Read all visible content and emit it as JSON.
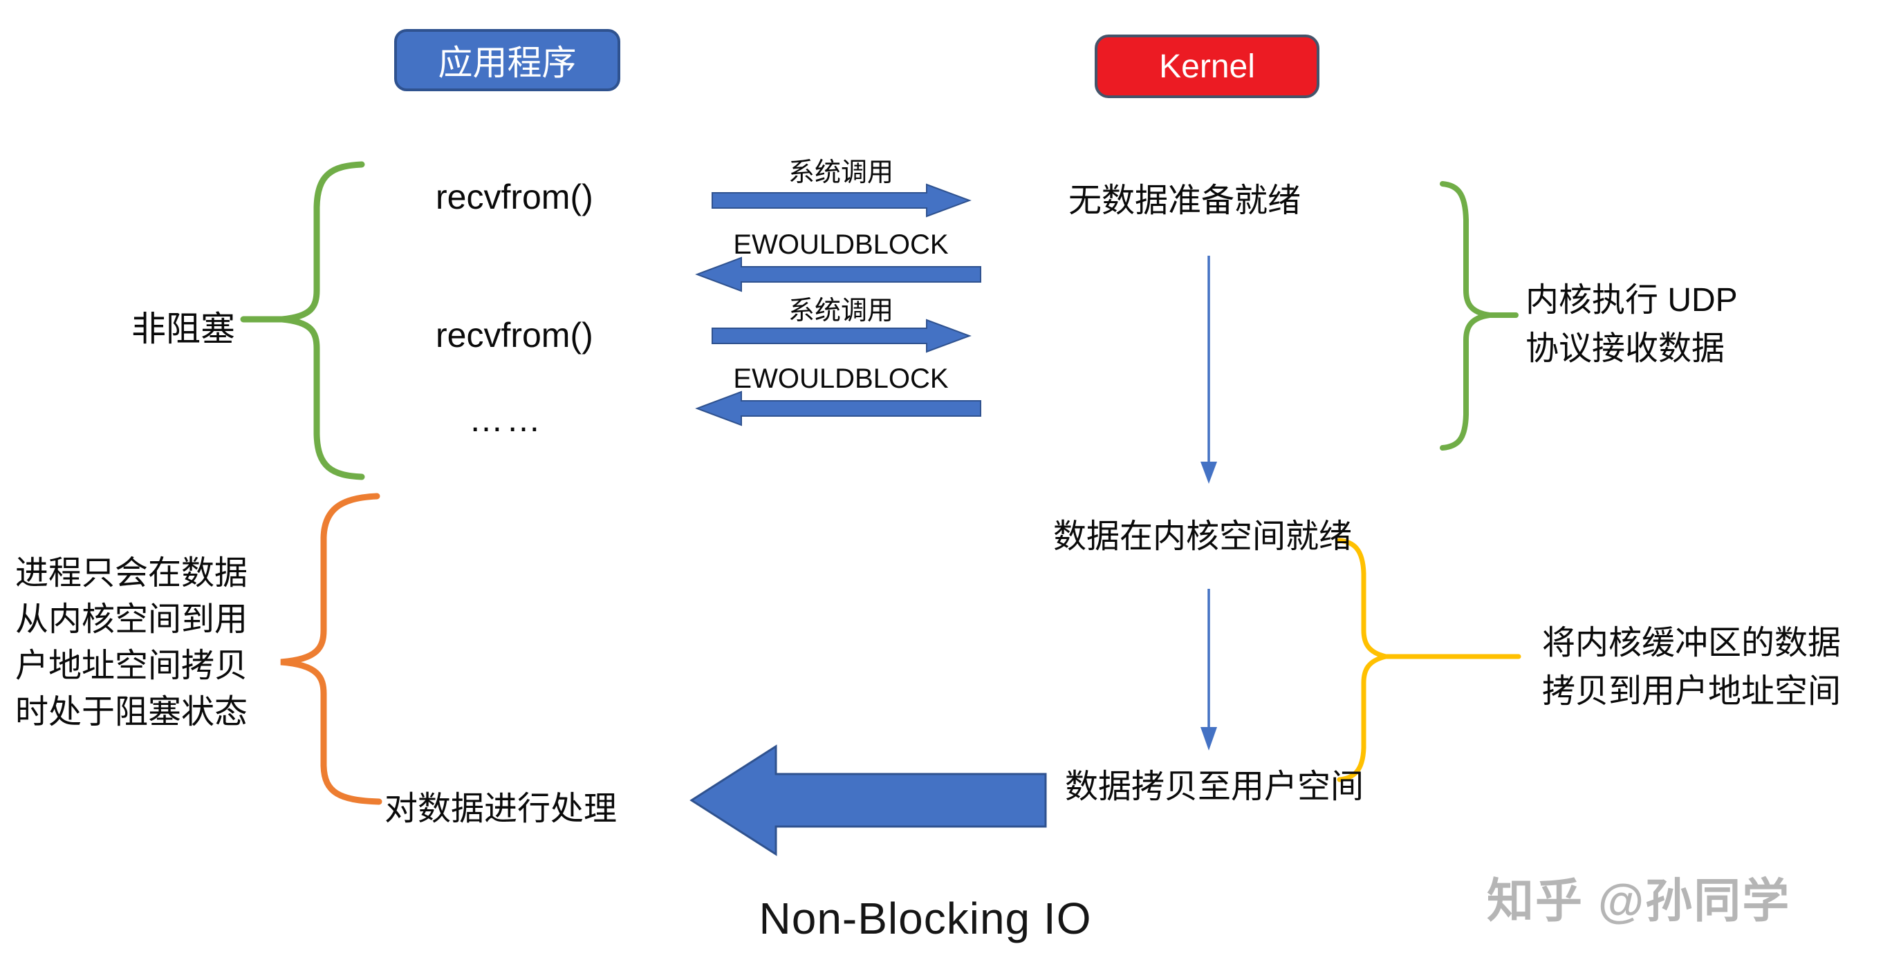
{
  "diagram": {
    "title": "Non-Blocking IO",
    "watermark": "知乎 @孙同学",
    "app_box": {
      "label": "应用程序"
    },
    "kernel_box": {
      "label": "Kernel"
    },
    "app_column": {
      "call_1": "recvfrom()",
      "call_2": "recvfrom()",
      "ellipsis": "……",
      "process_label": "对数据进行处理"
    },
    "exchange": {
      "syscall_1": "系统调用",
      "ewouldblock_1": "EWOULDBLOCK",
      "syscall_2": "系统调用",
      "ewouldblock_2": "EWOULDBLOCK"
    },
    "kernel_column": {
      "state_1": "无数据准备就绪",
      "state_2": "数据在内核空间就绪",
      "state_3": "数据拷贝至用户空间"
    },
    "annotations": {
      "nonblocking_label": "非阻塞",
      "blocking_note_lines": [
        "进程只会在数据",
        "从内核空间到用",
        "户地址空间拷贝",
        "时处于阻塞状态"
      ],
      "kernel_udp_note_lines": [
        "内核执行 UDP",
        "协议接收数据"
      ],
      "copy_note_lines": [
        "将内核缓冲区的数据",
        "拷贝到用户地址空间"
      ]
    },
    "colors": {
      "arrow_blue": "#4472C4",
      "arrow_blue_border": "#2F528F",
      "kernel_red": "#EC1B23",
      "kernel_red_border": "#44546A",
      "brace_green": "#70AD47",
      "brace_orange": "#ED7D31",
      "brace_yellow": "#FFC000",
      "watermark_gray": "#B5B5B5"
    }
  }
}
